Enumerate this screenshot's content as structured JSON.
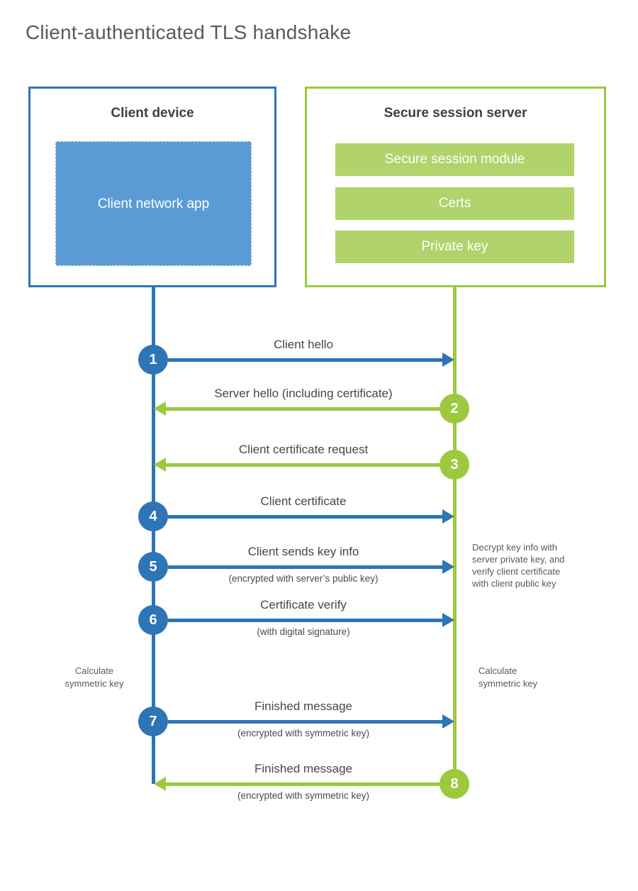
{
  "title": "Client-authenticated TLS handshake",
  "colors": {
    "blue": "#2e75b6",
    "blue_fill": "#5b9bd5",
    "green": "#9cc93e",
    "green_fill": "#b1d36b"
  },
  "client": {
    "title": "Client device",
    "app_label": "Client network app"
  },
  "server": {
    "title": "Secure session server",
    "modules": [
      "Secure session module",
      "Certs",
      "Private key"
    ]
  },
  "steps": [
    {
      "number": "1",
      "from": "client",
      "label": "Client hello",
      "sublabel": ""
    },
    {
      "number": "2",
      "from": "server",
      "label": "Server hello (including certificate)",
      "sublabel": ""
    },
    {
      "number": "3",
      "from": "server",
      "label": "Client certificate request",
      "sublabel": ""
    },
    {
      "number": "4",
      "from": "client",
      "label": "Client certificate",
      "sublabel": ""
    },
    {
      "number": "5",
      "from": "client",
      "label": "Client sends key info",
      "sublabel": "(encrypted with server’s public key)"
    },
    {
      "number": "6",
      "from": "client",
      "label": "Certificate verify",
      "sublabel": "(with digital signature)"
    },
    {
      "number": "7",
      "from": "client",
      "label": "Finished message",
      "sublabel": "(encrypted with symmetric key)"
    },
    {
      "number": "8",
      "from": "server",
      "label": "Finished message",
      "sublabel": "(encrypted with symmetric key)"
    }
  ],
  "annotations": {
    "decrypt": {
      "lines": [
        "Decrypt key info with",
        "server private key, and",
        "verify client certificate",
        "with client public key"
      ]
    },
    "calc_left": {
      "lines": [
        "Calculate",
        "symmetric key"
      ]
    },
    "calc_right": {
      "lines": [
        "Calculate",
        "symmetric key"
      ]
    }
  }
}
